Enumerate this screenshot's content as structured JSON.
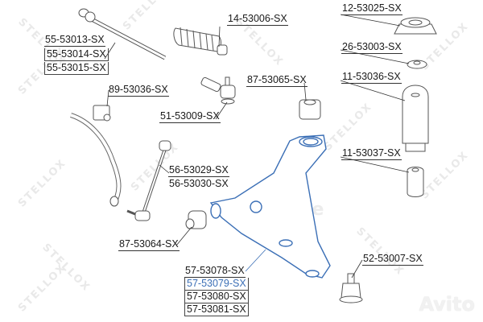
{
  "diagram": {
    "brand_watermark": "STELLOX",
    "secondary_watermarks": {
      "center": "onbe",
      "corner": "Avito"
    },
    "colors": {
      "part_stroke": "#555555",
      "highlight_stroke": "#3b6fb6",
      "label_text": "#1a1a1a",
      "highlight_label": "#3b6fb6",
      "watermark": "#e9e9e9"
    },
    "labels": {
      "tie_rod": [
        "55-53013-SX",
        "55-53014-SX",
        "55-53015-SX"
      ],
      "boot": "14-53006-SX",
      "strut_mount": "12-53025-SX",
      "bearing": "26-53003-SX",
      "dust_cover": "11-53036-SX",
      "stab_bushing": "89-53036-SX",
      "tie_rod_end": "51-53009-SX",
      "arm_bushing_rear": "87-53065-SX",
      "bump_stop": "11-53037-SX",
      "stab_link": [
        "56-53029-SX",
        "56-53030-SX"
      ],
      "arm_bushing_front": "87-53064-SX",
      "control_arm": [
        "57-53078-SX",
        "57-53079-SX",
        "57-53080-SX",
        "57-53081-SX"
      ],
      "ball_joint": "52-53007-SX"
    }
  }
}
